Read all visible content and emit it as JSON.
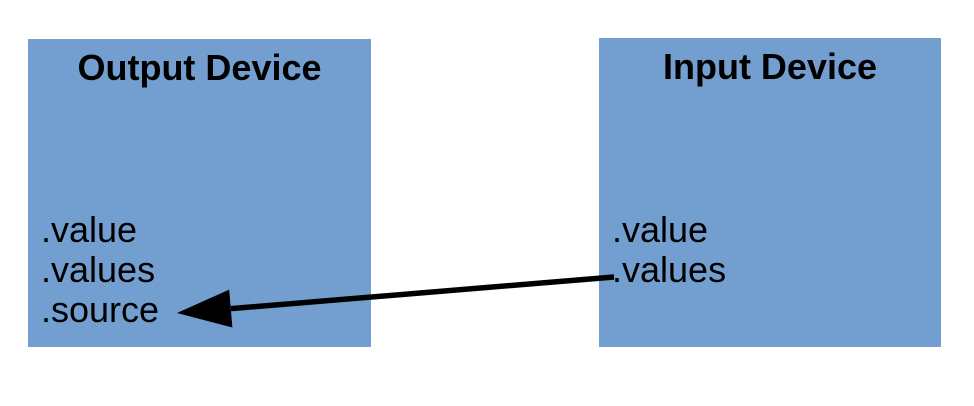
{
  "diagram": {
    "background_color": "#ffffff",
    "box_fill_color": "#729fcf",
    "text_color": "#000000",
    "arrow_color": "#000000",
    "boxes": [
      {
        "id": "output-device",
        "title": "Output Device",
        "properties": [
          ".value",
          ".values",
          ".source"
        ]
      },
      {
        "id": "input-device",
        "title": "Input Device",
        "properties": [
          ".value",
          ".values"
        ]
      }
    ],
    "arrow": {
      "from": "input-device .values",
      "to": "output-device .source",
      "direction": "right-to-left"
    }
  }
}
